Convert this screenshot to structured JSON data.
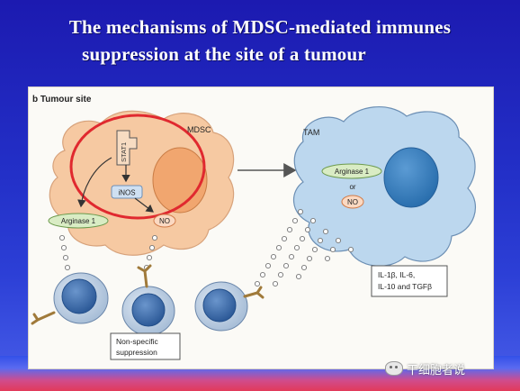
{
  "slide": {
    "title_line1": "The mechanisms of MDSC-mediated immunes",
    "title_line2": "suppression at the site of a tumour"
  },
  "figure": {
    "panel_letter": "b",
    "panel_title": "Tumour site",
    "mdsc_label": "MDSC",
    "tam_label": "TAM",
    "stat1_label": "STAT1",
    "inos_label": "iNOS",
    "arginase_left": "Arginase 1",
    "no_left": "NO",
    "arginase_right": "Arginase 1",
    "or_label": "or",
    "no_right": "NO",
    "cytokines_line1": "IL-1β, IL-6,",
    "cytokines_line2": "IL-10 and TGFβ",
    "nonspecific_line1": "Non-specific",
    "nonspecific_line2": "suppression"
  },
  "watermark": {
    "text": "干细胞者说"
  },
  "colors": {
    "cell_fill": "#f6c9a2",
    "nucleus_fill": "#f1a66f",
    "tam_fill": "#bcd7ee",
    "tam_nucleus": "#3d86c4",
    "tcell_fill": "#3a6fb0",
    "highlight_circle": "#e0292f",
    "arginase_fill": "#d9ecc4",
    "no_fill": "#fbd9c2"
  }
}
